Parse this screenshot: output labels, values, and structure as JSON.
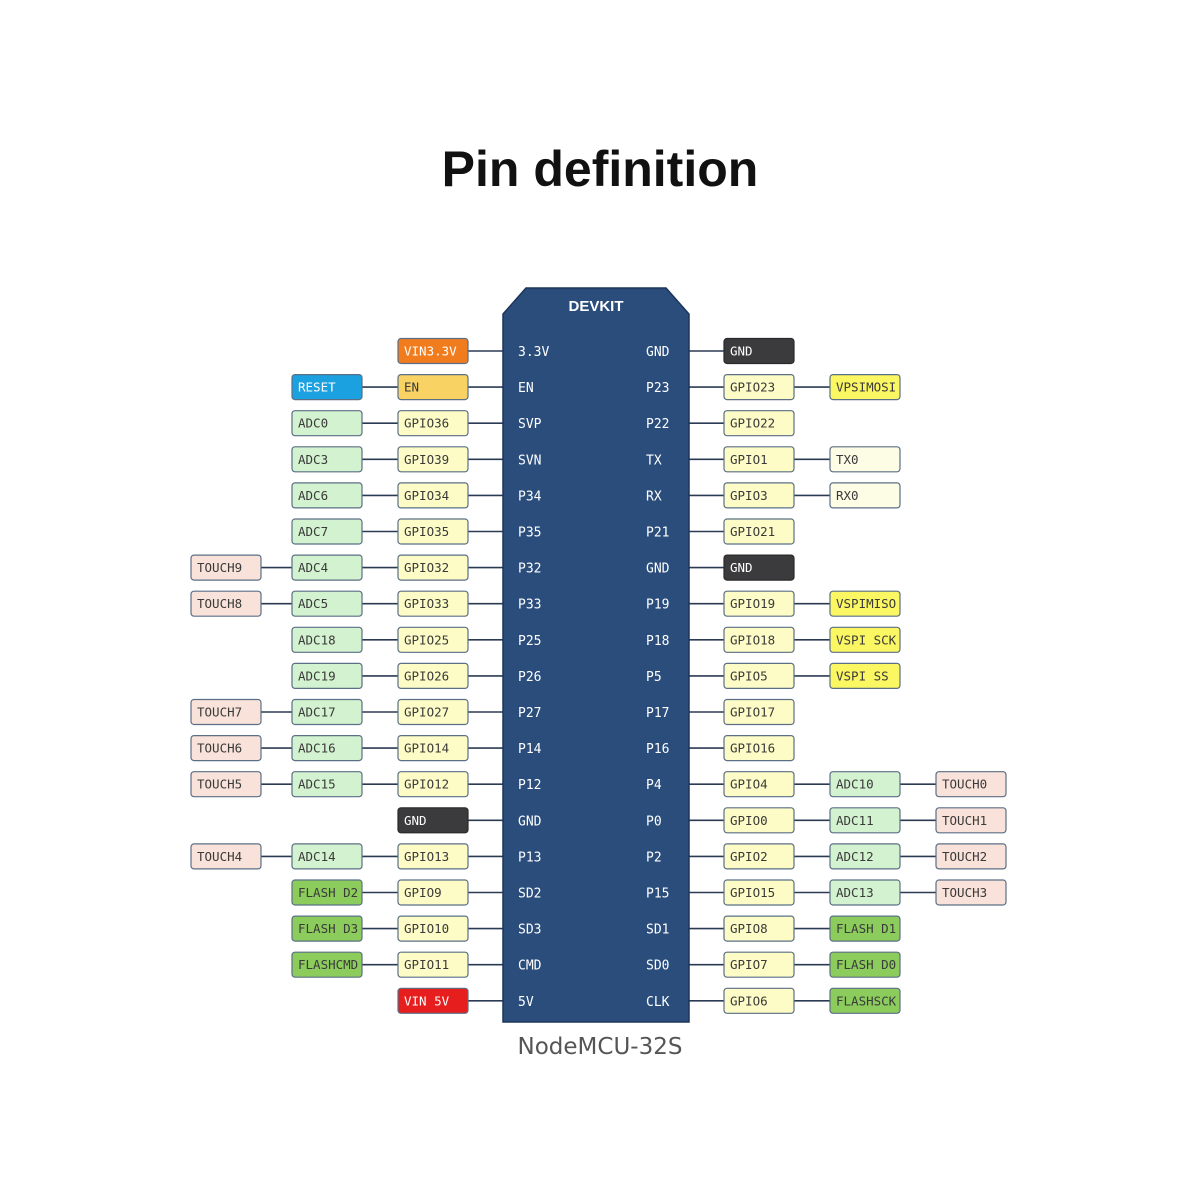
{
  "title": "Pin definition",
  "board": {
    "header": "DEVKIT",
    "name": "NodeMCU-32S"
  },
  "colors": {
    "board": "#2a4d7c",
    "power": "#f07c1e",
    "en": "#f8d262",
    "reset": "#1ba0e0",
    "gpio": "#fdfcc6",
    "adc": "#d3f2cf",
    "touch": "#f9e2d9",
    "gnd": "#3b3b3d",
    "flash": "#8ccc5c",
    "vspi": "#faf762",
    "vin5": "#e61e1e",
    "uart": "#fdfce4",
    "line": "#2b3b54"
  },
  "left_pins": [
    {
      "pin": "3.3V",
      "labels": [
        {
          "text": "VIN3.3V",
          "kind": "power"
        }
      ]
    },
    {
      "pin": "EN",
      "labels": [
        {
          "text": "EN",
          "kind": "en"
        },
        {
          "text": "RESET",
          "kind": "reset"
        }
      ]
    },
    {
      "pin": "SVP",
      "labels": [
        {
          "text": "GPIO36",
          "kind": "gpio"
        },
        {
          "text": "ADC0",
          "kind": "adc"
        }
      ]
    },
    {
      "pin": "SVN",
      "labels": [
        {
          "text": "GPIO39",
          "kind": "gpio"
        },
        {
          "text": "ADC3",
          "kind": "adc"
        }
      ]
    },
    {
      "pin": "P34",
      "labels": [
        {
          "text": "GPIO34",
          "kind": "gpio"
        },
        {
          "text": "ADC6",
          "kind": "adc"
        }
      ]
    },
    {
      "pin": "P35",
      "labels": [
        {
          "text": "GPIO35",
          "kind": "gpio"
        },
        {
          "text": "ADC7",
          "kind": "adc"
        }
      ]
    },
    {
      "pin": "P32",
      "labels": [
        {
          "text": "GPIO32",
          "kind": "gpio"
        },
        {
          "text": "ADC4",
          "kind": "adc"
        },
        {
          "text": "TOUCH9",
          "kind": "touch"
        }
      ]
    },
    {
      "pin": "P33",
      "labels": [
        {
          "text": "GPIO33",
          "kind": "gpio"
        },
        {
          "text": "ADC5",
          "kind": "adc"
        },
        {
          "text": "TOUCH8",
          "kind": "touch"
        }
      ]
    },
    {
      "pin": "P25",
      "labels": [
        {
          "text": "GPIO25",
          "kind": "gpio"
        },
        {
          "text": "ADC18",
          "kind": "adc"
        }
      ]
    },
    {
      "pin": "P26",
      "labels": [
        {
          "text": "GPIO26",
          "kind": "gpio"
        },
        {
          "text": "ADC19",
          "kind": "adc"
        }
      ]
    },
    {
      "pin": "P27",
      "labels": [
        {
          "text": "GPIO27",
          "kind": "gpio"
        },
        {
          "text": "ADC17",
          "kind": "adc"
        },
        {
          "text": "TOUCH7",
          "kind": "touch"
        }
      ]
    },
    {
      "pin": "P14",
      "labels": [
        {
          "text": "GPIO14",
          "kind": "gpio"
        },
        {
          "text": "ADC16",
          "kind": "adc"
        },
        {
          "text": "TOUCH6",
          "kind": "touch"
        }
      ]
    },
    {
      "pin": "P12",
      "labels": [
        {
          "text": "GPIO12",
          "kind": "gpio"
        },
        {
          "text": "ADC15",
          "kind": "adc"
        },
        {
          "text": "TOUCH5",
          "kind": "touch"
        }
      ]
    },
    {
      "pin": "GND",
      "labels": [
        {
          "text": "GND",
          "kind": "gnd"
        }
      ]
    },
    {
      "pin": "P13",
      "labels": [
        {
          "text": "GPIO13",
          "kind": "gpio"
        },
        {
          "text": "ADC14",
          "kind": "adc"
        },
        {
          "text": "TOUCH4",
          "kind": "touch"
        }
      ]
    },
    {
      "pin": "SD2",
      "labels": [
        {
          "text": "GPIO9",
          "kind": "gpio"
        },
        {
          "text": "FLASH D2",
          "kind": "flash"
        }
      ]
    },
    {
      "pin": "SD3",
      "labels": [
        {
          "text": "GPIO10",
          "kind": "gpio"
        },
        {
          "text": "FLASH D3",
          "kind": "flash"
        }
      ]
    },
    {
      "pin": "CMD",
      "labels": [
        {
          "text": "GPIO11",
          "kind": "gpio"
        },
        {
          "text": "FLASHCMD",
          "kind": "flash"
        }
      ]
    },
    {
      "pin": "5V",
      "labels": [
        {
          "text": "VIN 5V",
          "kind": "vin5"
        }
      ]
    }
  ],
  "right_pins": [
    {
      "pin": "GND",
      "labels": [
        {
          "text": "GND",
          "kind": "gnd"
        }
      ]
    },
    {
      "pin": "P23",
      "labels": [
        {
          "text": "GPIO23",
          "kind": "gpio"
        },
        {
          "text": "VPSIMOSI",
          "kind": "vspi"
        }
      ]
    },
    {
      "pin": "P22",
      "labels": [
        {
          "text": "GPIO22",
          "kind": "gpio"
        }
      ]
    },
    {
      "pin": "TX",
      "labels": [
        {
          "text": "GPIO1",
          "kind": "gpio"
        },
        {
          "text": "TX0",
          "kind": "uart"
        }
      ]
    },
    {
      "pin": "RX",
      "labels": [
        {
          "text": "GPIO3",
          "kind": "gpio"
        },
        {
          "text": "RX0",
          "kind": "uart"
        }
      ]
    },
    {
      "pin": "P21",
      "labels": [
        {
          "text": "GPIO21",
          "kind": "gpio"
        }
      ]
    },
    {
      "pin": "GND",
      "labels": [
        {
          "text": "GND",
          "kind": "gnd"
        }
      ]
    },
    {
      "pin": "P19",
      "labels": [
        {
          "text": "GPIO19",
          "kind": "gpio"
        },
        {
          "text": "VSPIMISO",
          "kind": "vspi"
        }
      ]
    },
    {
      "pin": "P18",
      "labels": [
        {
          "text": "GPIO18",
          "kind": "gpio"
        },
        {
          "text": "VSPI SCK",
          "kind": "vspi"
        }
      ]
    },
    {
      "pin": "P5",
      "labels": [
        {
          "text": "GPIO5",
          "kind": "gpio"
        },
        {
          "text": "VSPI SS",
          "kind": "vspi"
        }
      ]
    },
    {
      "pin": "P17",
      "labels": [
        {
          "text": "GPIO17",
          "kind": "gpio"
        }
      ]
    },
    {
      "pin": "P16",
      "labels": [
        {
          "text": "GPIO16",
          "kind": "gpio"
        }
      ]
    },
    {
      "pin": "P4",
      "labels": [
        {
          "text": "GPIO4",
          "kind": "gpio"
        },
        {
          "text": "ADC10",
          "kind": "adc"
        },
        {
          "text": "TOUCH0",
          "kind": "touch"
        }
      ]
    },
    {
      "pin": "P0",
      "labels": [
        {
          "text": "GPIO0",
          "kind": "gpio"
        },
        {
          "text": "ADC11",
          "kind": "adc"
        },
        {
          "text": "TOUCH1",
          "kind": "touch"
        }
      ]
    },
    {
      "pin": "P2",
      "labels": [
        {
          "text": "GPIO2",
          "kind": "gpio"
        },
        {
          "text": "ADC12",
          "kind": "adc"
        },
        {
          "text": "TOUCH2",
          "kind": "touch"
        }
      ]
    },
    {
      "pin": "P15",
      "labels": [
        {
          "text": "GPIO15",
          "kind": "gpio"
        },
        {
          "text": "ADC13",
          "kind": "adc"
        },
        {
          "text": "TOUCH3",
          "kind": "touch"
        }
      ]
    },
    {
      "pin": "SD1",
      "labels": [
        {
          "text": "GPIO8",
          "kind": "gpio"
        },
        {
          "text": "FLASH D1",
          "kind": "flash"
        }
      ]
    },
    {
      "pin": "SD0",
      "labels": [
        {
          "text": "GPIO7",
          "kind": "gpio"
        },
        {
          "text": "FLASH D0",
          "kind": "flash"
        }
      ]
    },
    {
      "pin": "CLK",
      "labels": [
        {
          "text": "GPIO6",
          "kind": "gpio"
        },
        {
          "text": "FLASHSCK",
          "kind": "flash"
        }
      ]
    }
  ]
}
